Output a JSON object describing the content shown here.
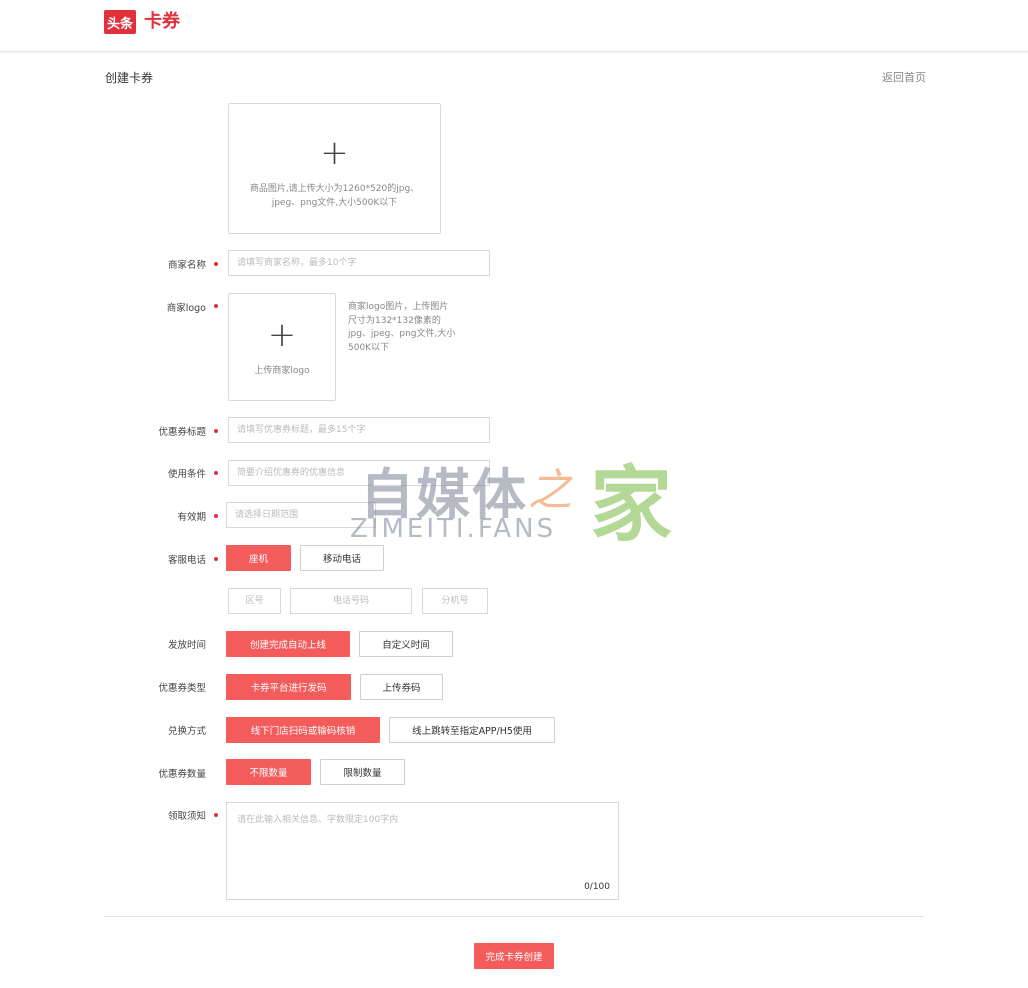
{
  "header": {
    "logo_badge": "头条",
    "logo_text": "卡券",
    "page_title": "创建卡券",
    "back_label": "返回首页"
  },
  "product_image": {
    "hint_line1": "商品图片,请上传大小为1260*520的jpg、",
    "hint_line2": "jpeg、png文件,大小500K以下"
  },
  "merchant_name": {
    "label": "商家名称",
    "placeholder": "请填写商家名称，最多10个字"
  },
  "merchant_logo": {
    "label": "商家logo",
    "upload_label": "上传商家logo",
    "hint_lines": [
      "商家logo图片，上传图片",
      "尺寸为132*132像素的",
      "jpg、jpeg、png文件,大小",
      "500K以下"
    ]
  },
  "coupon_title": {
    "label": "优惠券标题",
    "placeholder": "请填写优惠券标题，最多15个字"
  },
  "conditions": {
    "label": "使用条件",
    "placeholder": "简要介绍优惠券的优惠信息"
  },
  "validity": {
    "label": "有效期",
    "placeholder": "请选择日期范围"
  },
  "phone": {
    "label": "客服电话",
    "options": [
      "座机",
      "移动电话"
    ],
    "selected": 0,
    "area_placeholder": "区号",
    "number_placeholder": "电话号码",
    "ext_placeholder": "分机号"
  },
  "release_time": {
    "label": "发放时间",
    "options": [
      "创建完成自动上线",
      "自定义时间"
    ],
    "selected": 0
  },
  "coupon_type": {
    "label": "优惠券类型",
    "options": [
      "卡券平台进行发码",
      "上传券码"
    ],
    "selected": 0
  },
  "redeem": {
    "label": "兑换方式",
    "options": [
      "线下门店扫码或输码核销",
      "线上跳转至指定APP/H5使用"
    ],
    "selected": 0
  },
  "quantity": {
    "label": "优惠券数量",
    "options": [
      "不限数量",
      "限制数量"
    ],
    "selected": 0
  },
  "notice": {
    "label": "领取须知",
    "placeholder": "请在此输入相关信息、字数限定100字内",
    "counter": "0/100"
  },
  "submit_label": "完成卡券创建",
  "watermark": {
    "main": "自媒体",
    "zhi": "之",
    "jia": "家",
    "sub": "ZIMEITI.FANS"
  },
  "colors": {
    "accent": "#f45b5b",
    "brand": "#e0303a"
  }
}
